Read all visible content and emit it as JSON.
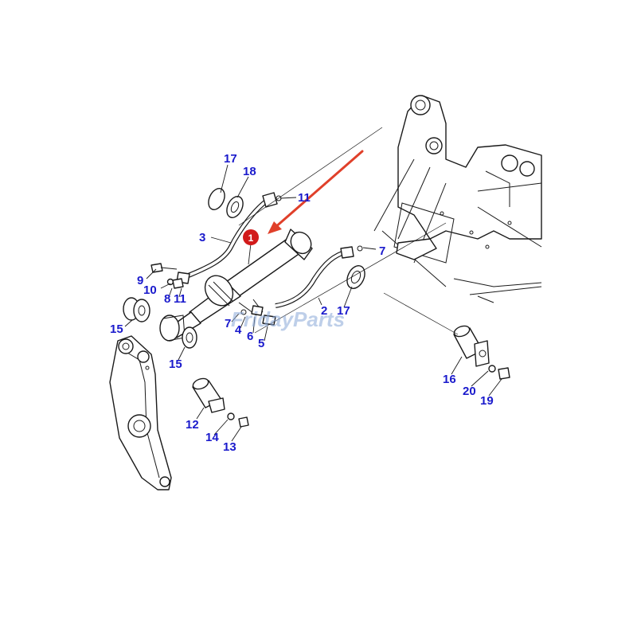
{
  "callout_color": "#1a1acc",
  "marker_color": "#d21a1a",
  "arrow_color": "#e0402a",
  "watermark": {
    "text": "FridayParts",
    "color": "#8aa8d8",
    "accent": "#f0a020"
  },
  "marker_label": "1",
  "callouts": {
    "c17a": "17",
    "c18": "18",
    "c11a": "11",
    "c3": "3",
    "c9": "9",
    "c10": "10",
    "c8": "8",
    "c11b": "11",
    "c7a": "7",
    "c4": "4",
    "c6": "6",
    "c5": "5",
    "c2": "2",
    "c17b": "17",
    "c7b": "7",
    "c15a": "15",
    "c15b": "15",
    "c12": "12",
    "c14": "14",
    "c13": "13",
    "c16": "16",
    "c20": "20",
    "c19": "19"
  }
}
